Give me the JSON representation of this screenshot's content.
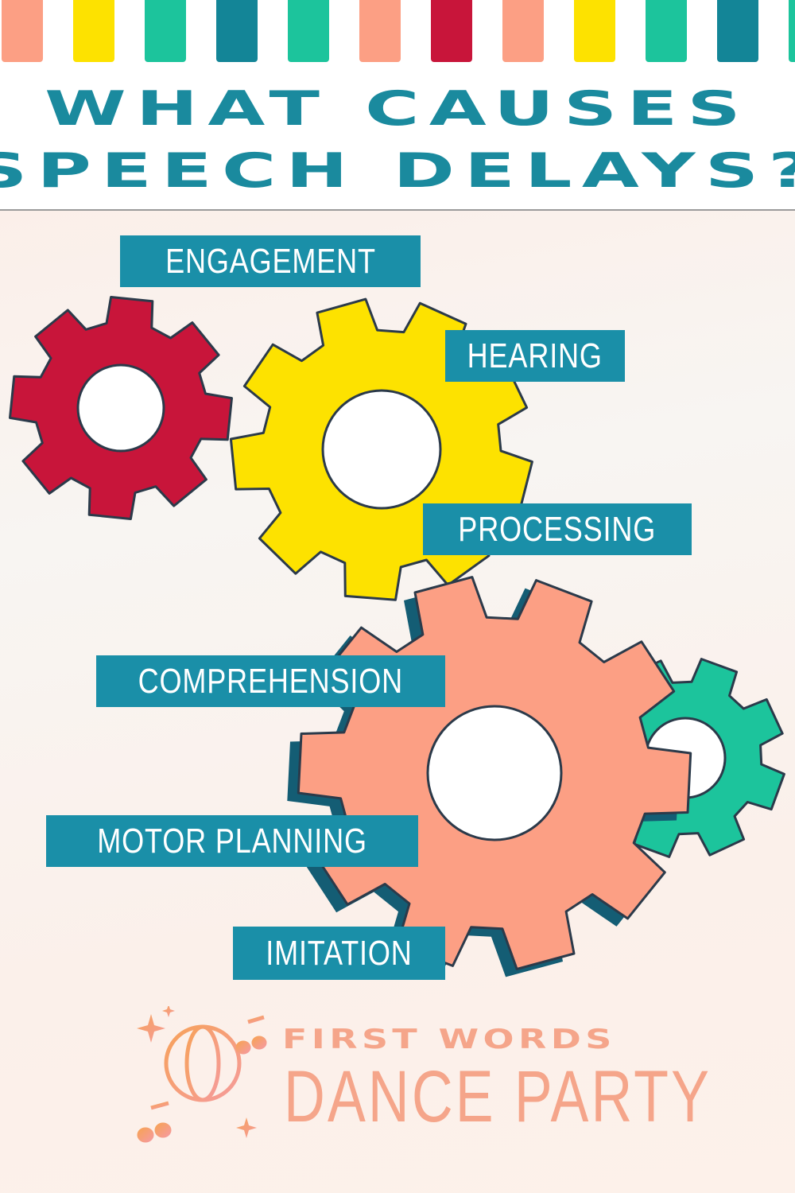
{
  "title": {
    "line1": "WHAT CAUSES",
    "line2": "SPEECH DELAYS?"
  },
  "colors": {
    "teal": "#1a8a9e",
    "red": "#c8153a",
    "yellow": "#fde200",
    "salmon": "#fc9f84",
    "green": "#1cc49c",
    "label_bg": "#1a8fa8",
    "logo": "#f5a58a"
  },
  "gears": [
    {
      "name": "red-gear",
      "color": "red"
    },
    {
      "name": "yellow-gear",
      "color": "yellow"
    },
    {
      "name": "salmon-gear",
      "color": "salmon"
    },
    {
      "name": "green-gear",
      "color": "green"
    }
  ],
  "labels": {
    "engagement": "ENGAGEMENT",
    "hearing": "HEARING",
    "processing": "PROCESSING",
    "comprehension": "COMPREHENSION",
    "motor_planning": "MOTOR PLANNING",
    "imitation": "IMITATION"
  },
  "logo": {
    "line1": "FIRST WORDS",
    "line2": "DANCE PARTY",
    "icons": [
      "disco-ball-icon",
      "music-note-icon",
      "sparkle-icon"
    ]
  }
}
